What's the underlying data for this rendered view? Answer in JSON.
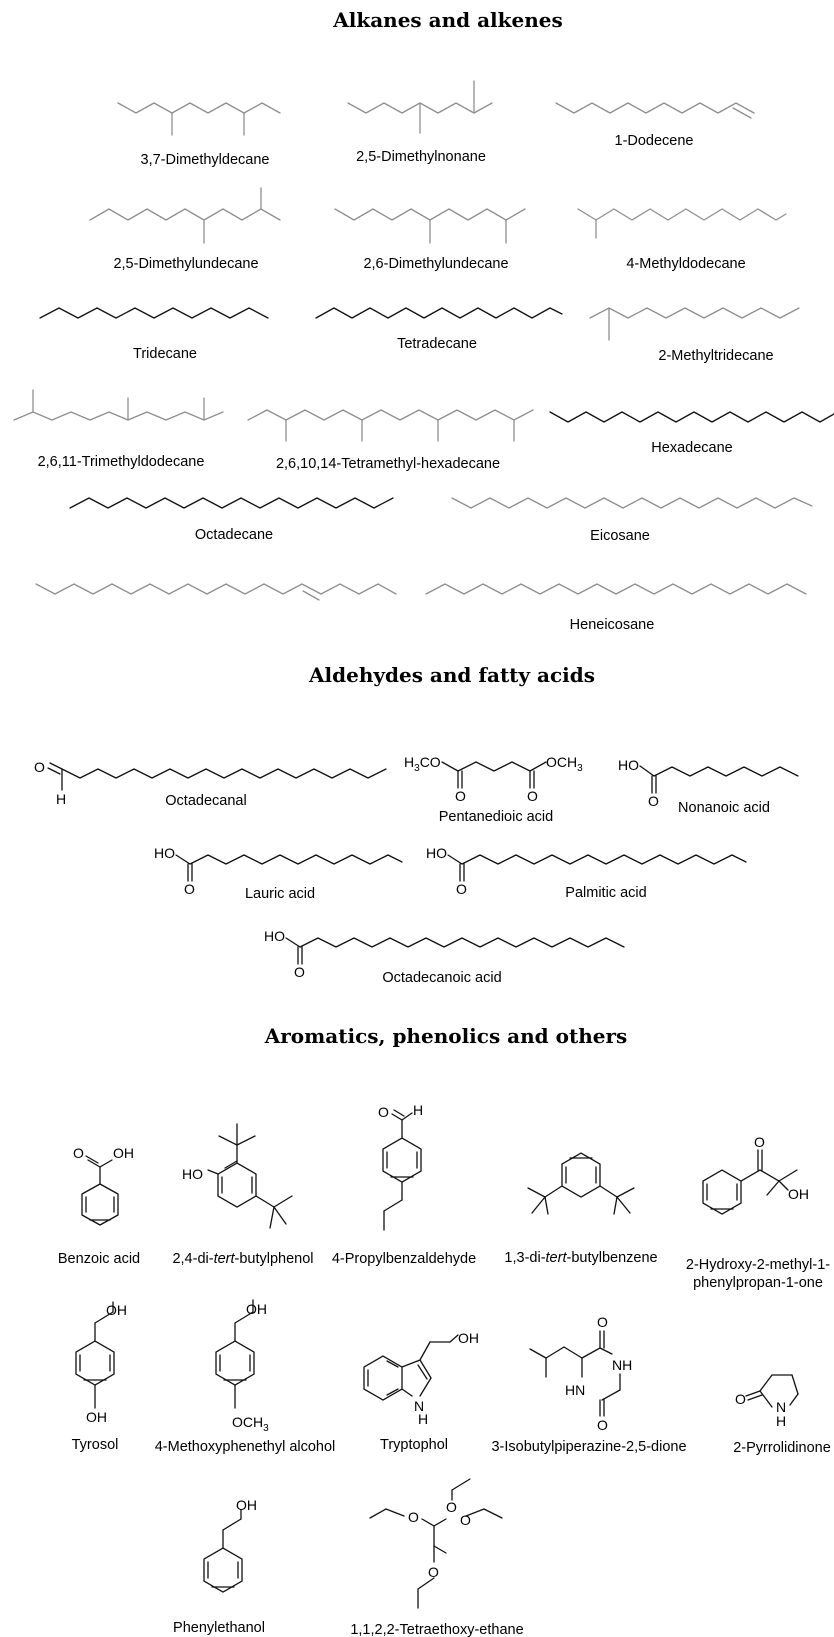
{
  "sections": {
    "alkanes": {
      "title": "Alkanes and alkenes",
      "compounds": {
        "c1": "3,7-Dimethyldecane",
        "c2": "2,5-Dimethylnonane",
        "c3": "1-Dodecene",
        "c4": "2,5-Dimethylundecane",
        "c5": "2,6-Dimethylundecane",
        "c6": "4-Methyldodecane",
        "c7": "Tridecane",
        "c8": "Tetradecane",
        "c9": "2-Methyltridecane",
        "c10": "2,6,11-Trimethyldodecane",
        "c11": "2,6,10,14-Tetramethyl-hexadecane",
        "c12": "Hexadecane",
        "c13": "Octadecane",
        "c14": "Eicosane",
        "c15": "Heneicosane"
      }
    },
    "aldehydes": {
      "title": "Aldehydes and fatty acids",
      "compounds": {
        "d1": "Octadecanal",
        "d2": "Pentanedioic acid",
        "d3": "Nonanoic acid",
        "d4": "Lauric acid",
        "d5": "Palmitic acid",
        "d6": "Octadecanoic acid"
      }
    },
    "aromatics": {
      "title": "Aromatics, phenolics and others",
      "compounds": {
        "a1": "Benzoic acid",
        "a2_pre": "2,4-di-",
        "a2_it": "tert",
        "a2_post": "-butylphenol",
        "a3": "4-Propylbenzaldehyde",
        "a4_pre": "1,3-di-",
        "a4_it": "tert",
        "a4_post": "-butylbenzene",
        "a5_l1": "2-Hydroxy-2-methyl-1-",
        "a5_l2": "phenylpropan-1-one",
        "a6": "Tyrosol",
        "a7": "4-Methoxyphenethyl alcohol",
        "a8": "Tryptophol",
        "a9": "3-Isobutylpiperazine-2,5-dione",
        "a10": "2-Pyrrolidinone",
        "a11": "Phenylethanol",
        "a12": "1,1,2,2-Tetraethoxy-ethane"
      }
    }
  },
  "atoms": {
    "O": "O",
    "H": "H",
    "OH": "OH",
    "HO": "HO",
    "NH": "NH",
    "HN": "HN",
    "N": "N",
    "H3CO_H": "H",
    "H3CO_3": "3",
    "H3CO_CO": "CO",
    "OCH3_OCH": "OCH",
    "OCH3_3": "3"
  }
}
